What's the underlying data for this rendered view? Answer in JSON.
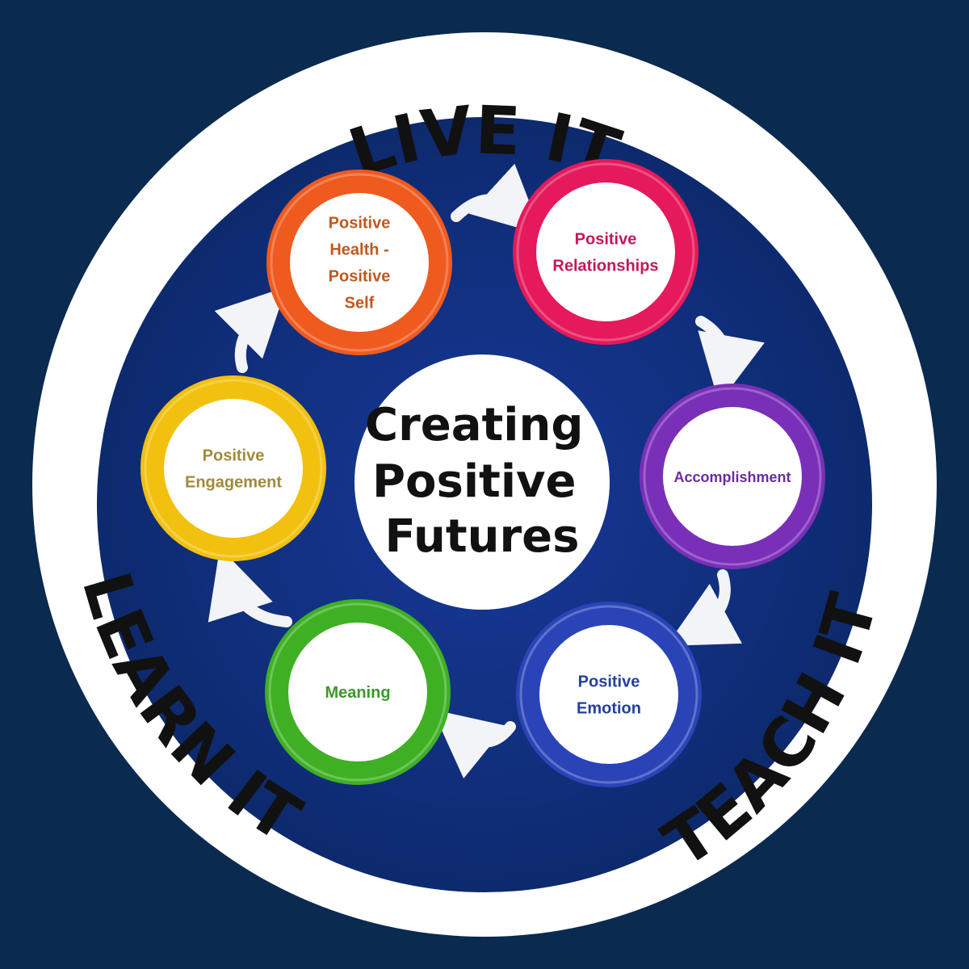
{
  "outer_ring": {
    "top_label": "LIVE IT",
    "left_label": "LEARN IT",
    "right_label": "TEACH IT"
  },
  "center": {
    "lines": [
      "Creating",
      "Positive",
      "Futures"
    ]
  },
  "colors": {
    "background": "#0a2a50",
    "outer_ring": "#ffffff",
    "inner_disc": "#10307a",
    "arrow": "#f2f4f8"
  },
  "elements": [
    {
      "id": "positive-health",
      "lines": [
        "Positive",
        "Health -",
        "Positive",
        "Self"
      ],
      "ring_color": "#ef5a1e",
      "text_color": "#c0581e"
    },
    {
      "id": "positive-relationships",
      "lines": [
        "Positive",
        "Relationships"
      ],
      "ring_color": "#e5195b",
      "text_color": "#c2185b"
    },
    {
      "id": "accomplishment",
      "lines": [
        "Accomplishment"
      ],
      "ring_color": "#7a2fb8",
      "text_color": "#6a2c9e"
    },
    {
      "id": "positive-emotion",
      "lines": [
        "Positive",
        "Emotion"
      ],
      "ring_color": "#2a44b8",
      "text_color": "#24409a"
    },
    {
      "id": "meaning",
      "lines": [
        "Meaning"
      ],
      "ring_color": "#3fb024",
      "text_color": "#3a9a2a"
    },
    {
      "id": "positive-engagement",
      "lines": [
        "Positive",
        "Engagement"
      ],
      "ring_color": "#f2c10f",
      "text_color": "#a08a3a"
    }
  ]
}
